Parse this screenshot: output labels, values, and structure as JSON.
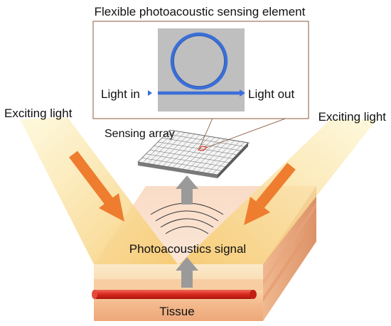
{
  "labels": {
    "title": "Flexible photoacoustic sensing element",
    "light_in": "Light in",
    "light_out": "Light out",
    "exciting_light_left": "Exciting light",
    "exciting_light_right": "Exciting light",
    "sensing_array": "Sensing array",
    "signal": "Photoacoustics signal",
    "tissue": "Tissue"
  },
  "colors": {
    "waveguide": "#3a6fd8",
    "chip": "#bfbfbf",
    "excitation_arrow": "#ee7d2f",
    "signal_arrow": "#9a9a9a",
    "vessel": "#d8281c",
    "inset_border": "#8b5a3c"
  }
}
